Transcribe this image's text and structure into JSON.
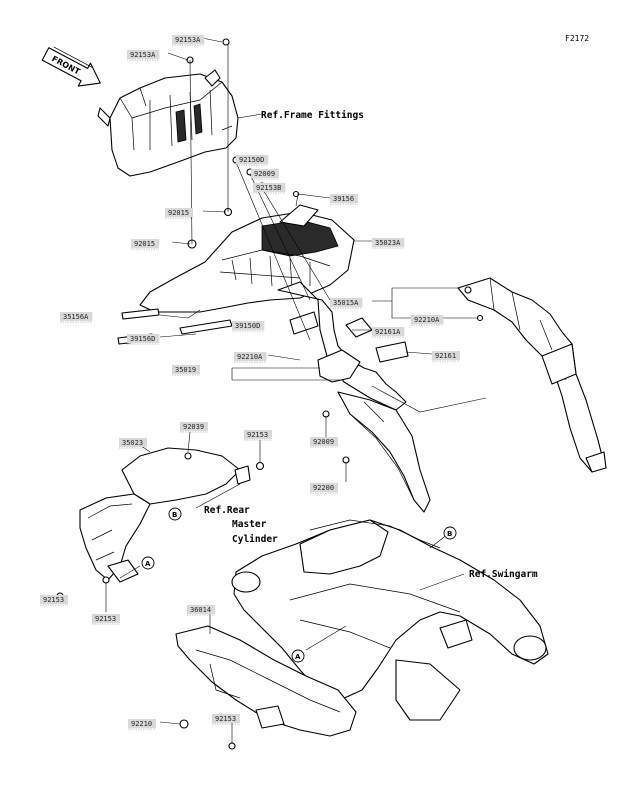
{
  "figure_id": "F2172",
  "front_label": "FRONT",
  "refs": {
    "frame_fittings": "Ref.Frame Fittings",
    "rear_master_cylinder_1": "Ref.Rear",
    "rear_master_cylinder_2": "Master",
    "rear_master_cylinder_3": "Cylinder",
    "swingarm": "Ref.Swingarm"
  },
  "markers": {
    "a": "A",
    "b": "B"
  },
  "parts": [
    "92153A",
    "92153A",
    "92015",
    "92015",
    "92150D",
    "92009",
    "92153B",
    "39156",
    "35023A",
    "35015A",
    "92210A",
    "35156A",
    "39156D",
    "39150D",
    "92161A",
    "92161",
    "35019",
    "92210A",
    "35023",
    "92039",
    "92153",
    "92009",
    "92200",
    "92153",
    "92153",
    "36014",
    "92210",
    "92153"
  ]
}
